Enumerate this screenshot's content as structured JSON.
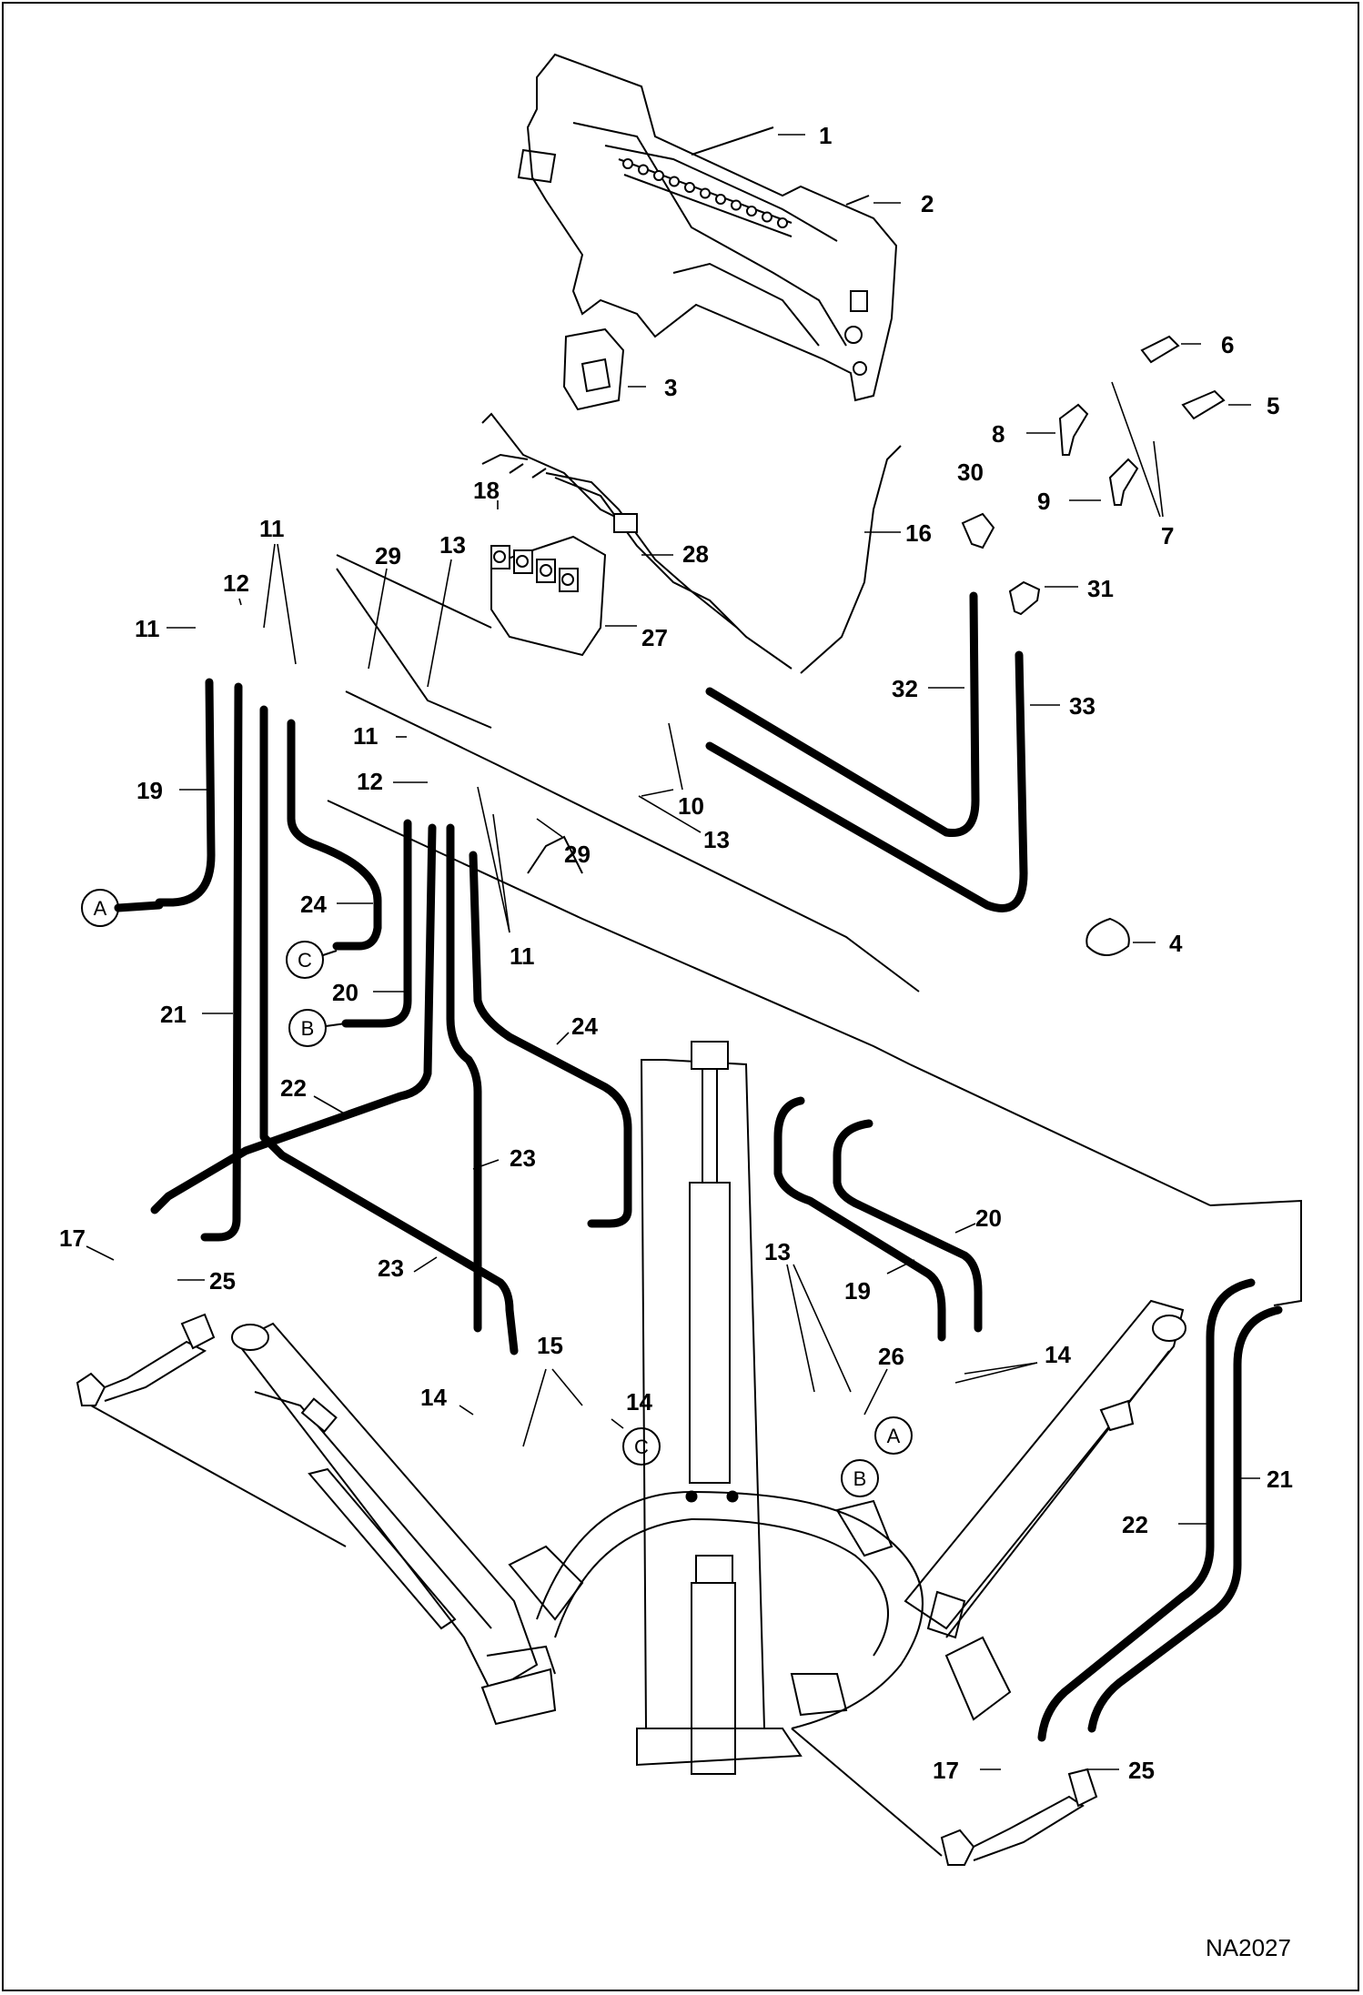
{
  "diagram": {
    "drawing_code": "NA2027",
    "callouts": [
      "1",
      "2",
      "3",
      "4",
      "5",
      "6",
      "7",
      "8",
      "9",
      "10",
      "11",
      "12",
      "13",
      "14",
      "15",
      "16",
      "17",
      "18",
      "19",
      "20",
      "21",
      "22",
      "23",
      "24",
      "25",
      "26",
      "27",
      "28",
      "29",
      "30",
      "31",
      "32",
      "33"
    ],
    "circle_markers": [
      "A",
      "B",
      "C"
    ]
  },
  "colors": {
    "line": "#000000",
    "background": "#ffffff"
  }
}
